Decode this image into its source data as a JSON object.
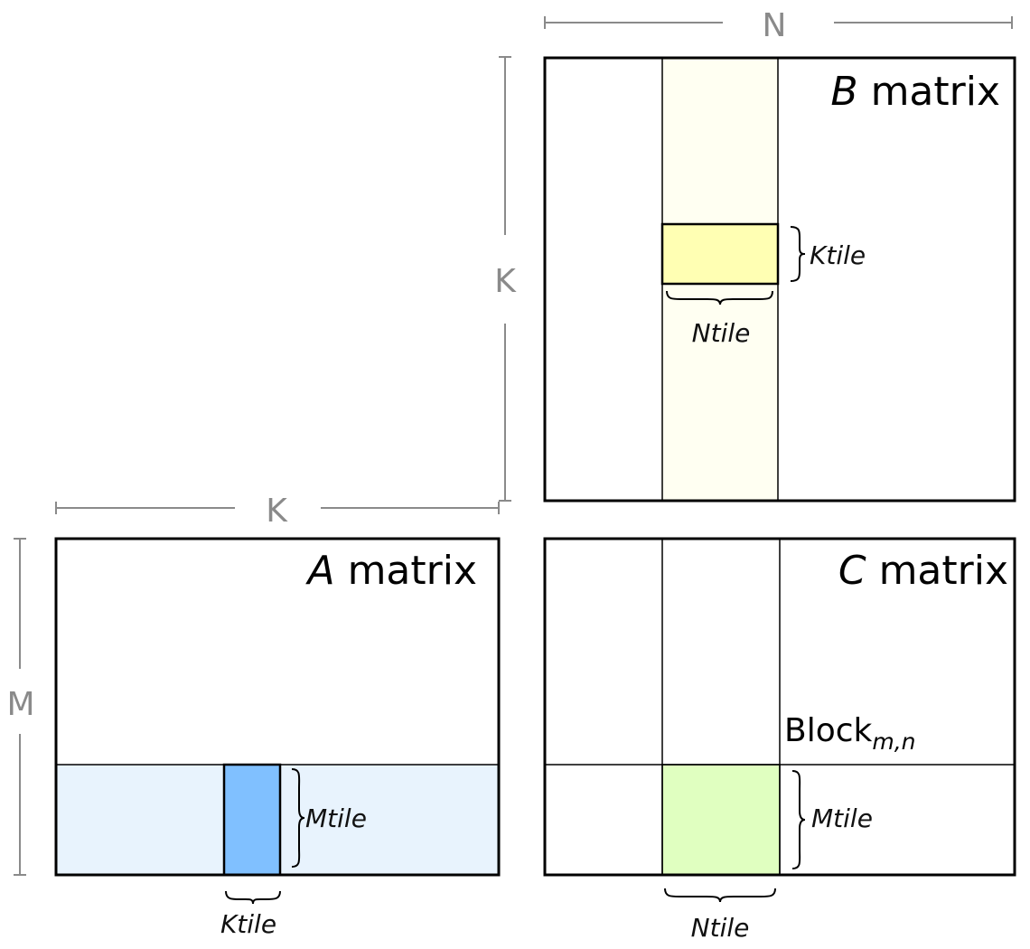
{
  "dimensions": {
    "n_label": "N",
    "k_top_label": "K",
    "k_left_label": "K",
    "m_label": "M"
  },
  "b_matrix": {
    "title_var": "B",
    "title_word": " matrix",
    "ktile_label": "Ktile",
    "ntile_label": "Ntile"
  },
  "a_matrix": {
    "title_var": "A",
    "title_word": " matrix",
    "mtile_label": "Mtile",
    "ktile_label": "Ktile"
  },
  "c_matrix": {
    "title_var": "C",
    "title_word": " matrix",
    "block_label": "Block",
    "block_subscript": "m,n",
    "mtile_label": "Mtile",
    "ntile_label": "Ntile"
  },
  "colors": {
    "b_strip": "#fffff2",
    "b_tile": "#ffffb3",
    "a_strip": "#e8f3fd",
    "a_tile": "#80c0ff",
    "c_tile": "#e0ffc0"
  }
}
